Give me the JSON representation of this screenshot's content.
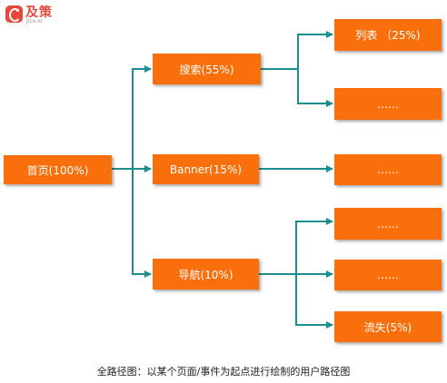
{
  "logo": {
    "name": "及策",
    "sub": "Jice.io"
  },
  "nodes": {
    "home": "首页(100%)",
    "search": "搜索(55%)",
    "banner": "Banner(15%)",
    "nav": "导航(10%)",
    "list": "列表 （25%)",
    "search_more": "……",
    "banner_more": "……",
    "nav_more_1": "……",
    "nav_more_2": "……",
    "churn": "流失(5%)"
  },
  "caption": "全路径图：以某个页面/事件为起点进行绘制的用户路径图",
  "colors": {
    "node": "#f96f0c",
    "line": "#1a8f8f"
  }
}
